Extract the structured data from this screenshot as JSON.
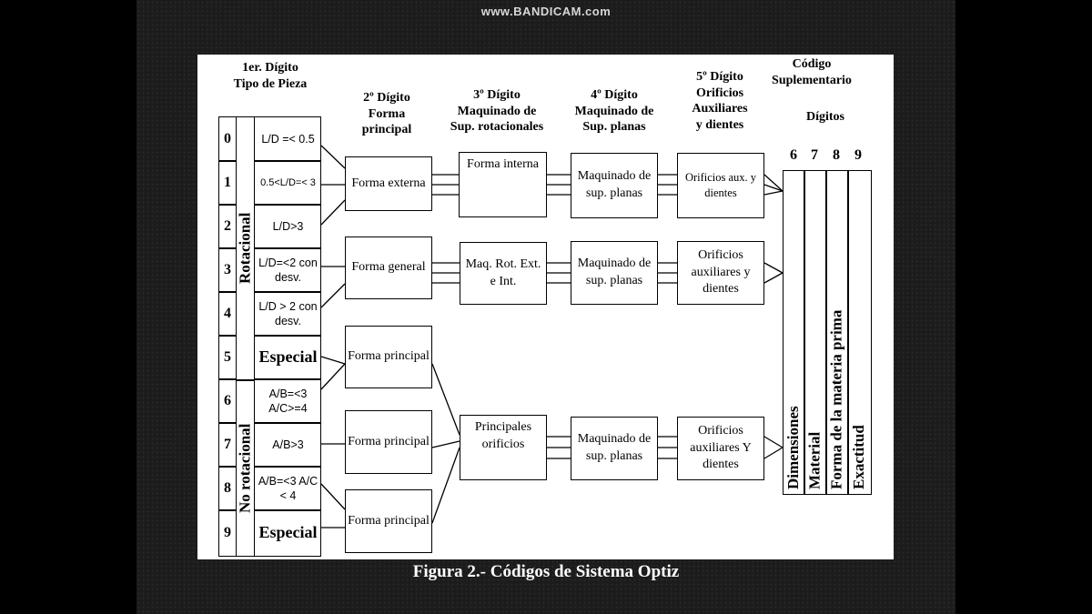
{
  "watermark": "www.BANDICAM.com",
  "headers": {
    "d1": [
      "1er. Dígito",
      "Tipo de Pieza"
    ],
    "d2": [
      "2º Dígito",
      "Forma",
      "principal"
    ],
    "d3": [
      "3º Dígito",
      "Maquinado de",
      "Sup. rotacionales"
    ],
    "d4": [
      "4º Dígito",
      "Maquinado de",
      "Sup. planas"
    ],
    "d5": [
      "5º Dígito",
      "Orificios",
      "Auxiliares",
      "y dientes"
    ],
    "sup": [
      "Código",
      "Suplementario"
    ],
    "digitos": "Dígitos"
  },
  "first_digit": {
    "rows": [
      {
        "num": "0",
        "cond": "L/D =< 0.5"
      },
      {
        "num": "1",
        "cond": "0.5<L/D=< 3"
      },
      {
        "num": "2",
        "cond": "L/D>3"
      },
      {
        "num": "3",
        "cond": "L/D=<2 con desv."
      },
      {
        "num": "4",
        "cond": "L/D > 2 con desv."
      },
      {
        "num": "5",
        "cond": "Especial"
      },
      {
        "num": "6",
        "cond": "A/B=<3 A/C>=4"
      },
      {
        "num": "7",
        "cond": "A/B>3"
      },
      {
        "num": "8",
        "cond": "A/B=<3 A/C < 4"
      },
      {
        "num": "9",
        "cond": "Especial"
      }
    ],
    "group_rot": "Rotacional",
    "group_norot": "No  rotacional"
  },
  "second_digit": [
    "Forma externa",
    "Forma general",
    "Forma principal",
    "Forma principal",
    "Forma principal"
  ],
  "third_digit": [
    "Forma interna",
    "Maq. Rot. Ext. e Int.",
    "Principales orificios"
  ],
  "fourth_digit": [
    "Maquinado de sup. planas",
    "Maquinado de sup. planas",
    "Maquinado de sup. planas"
  ],
  "fifth_digit": [
    "Orificios aux. y dientes",
    "Orificios auxiliares y dientes",
    "Orificios auxiliares Y dientes"
  ],
  "supplementary": {
    "numbers": [
      "6",
      "7",
      "8",
      "9"
    ],
    "labels": [
      "Dimensiones",
      "Material",
      "Forma de la materia prima",
      "Exactitud"
    ]
  },
  "caption": "Figura 2.- Códigos de Sistema Optiz"
}
